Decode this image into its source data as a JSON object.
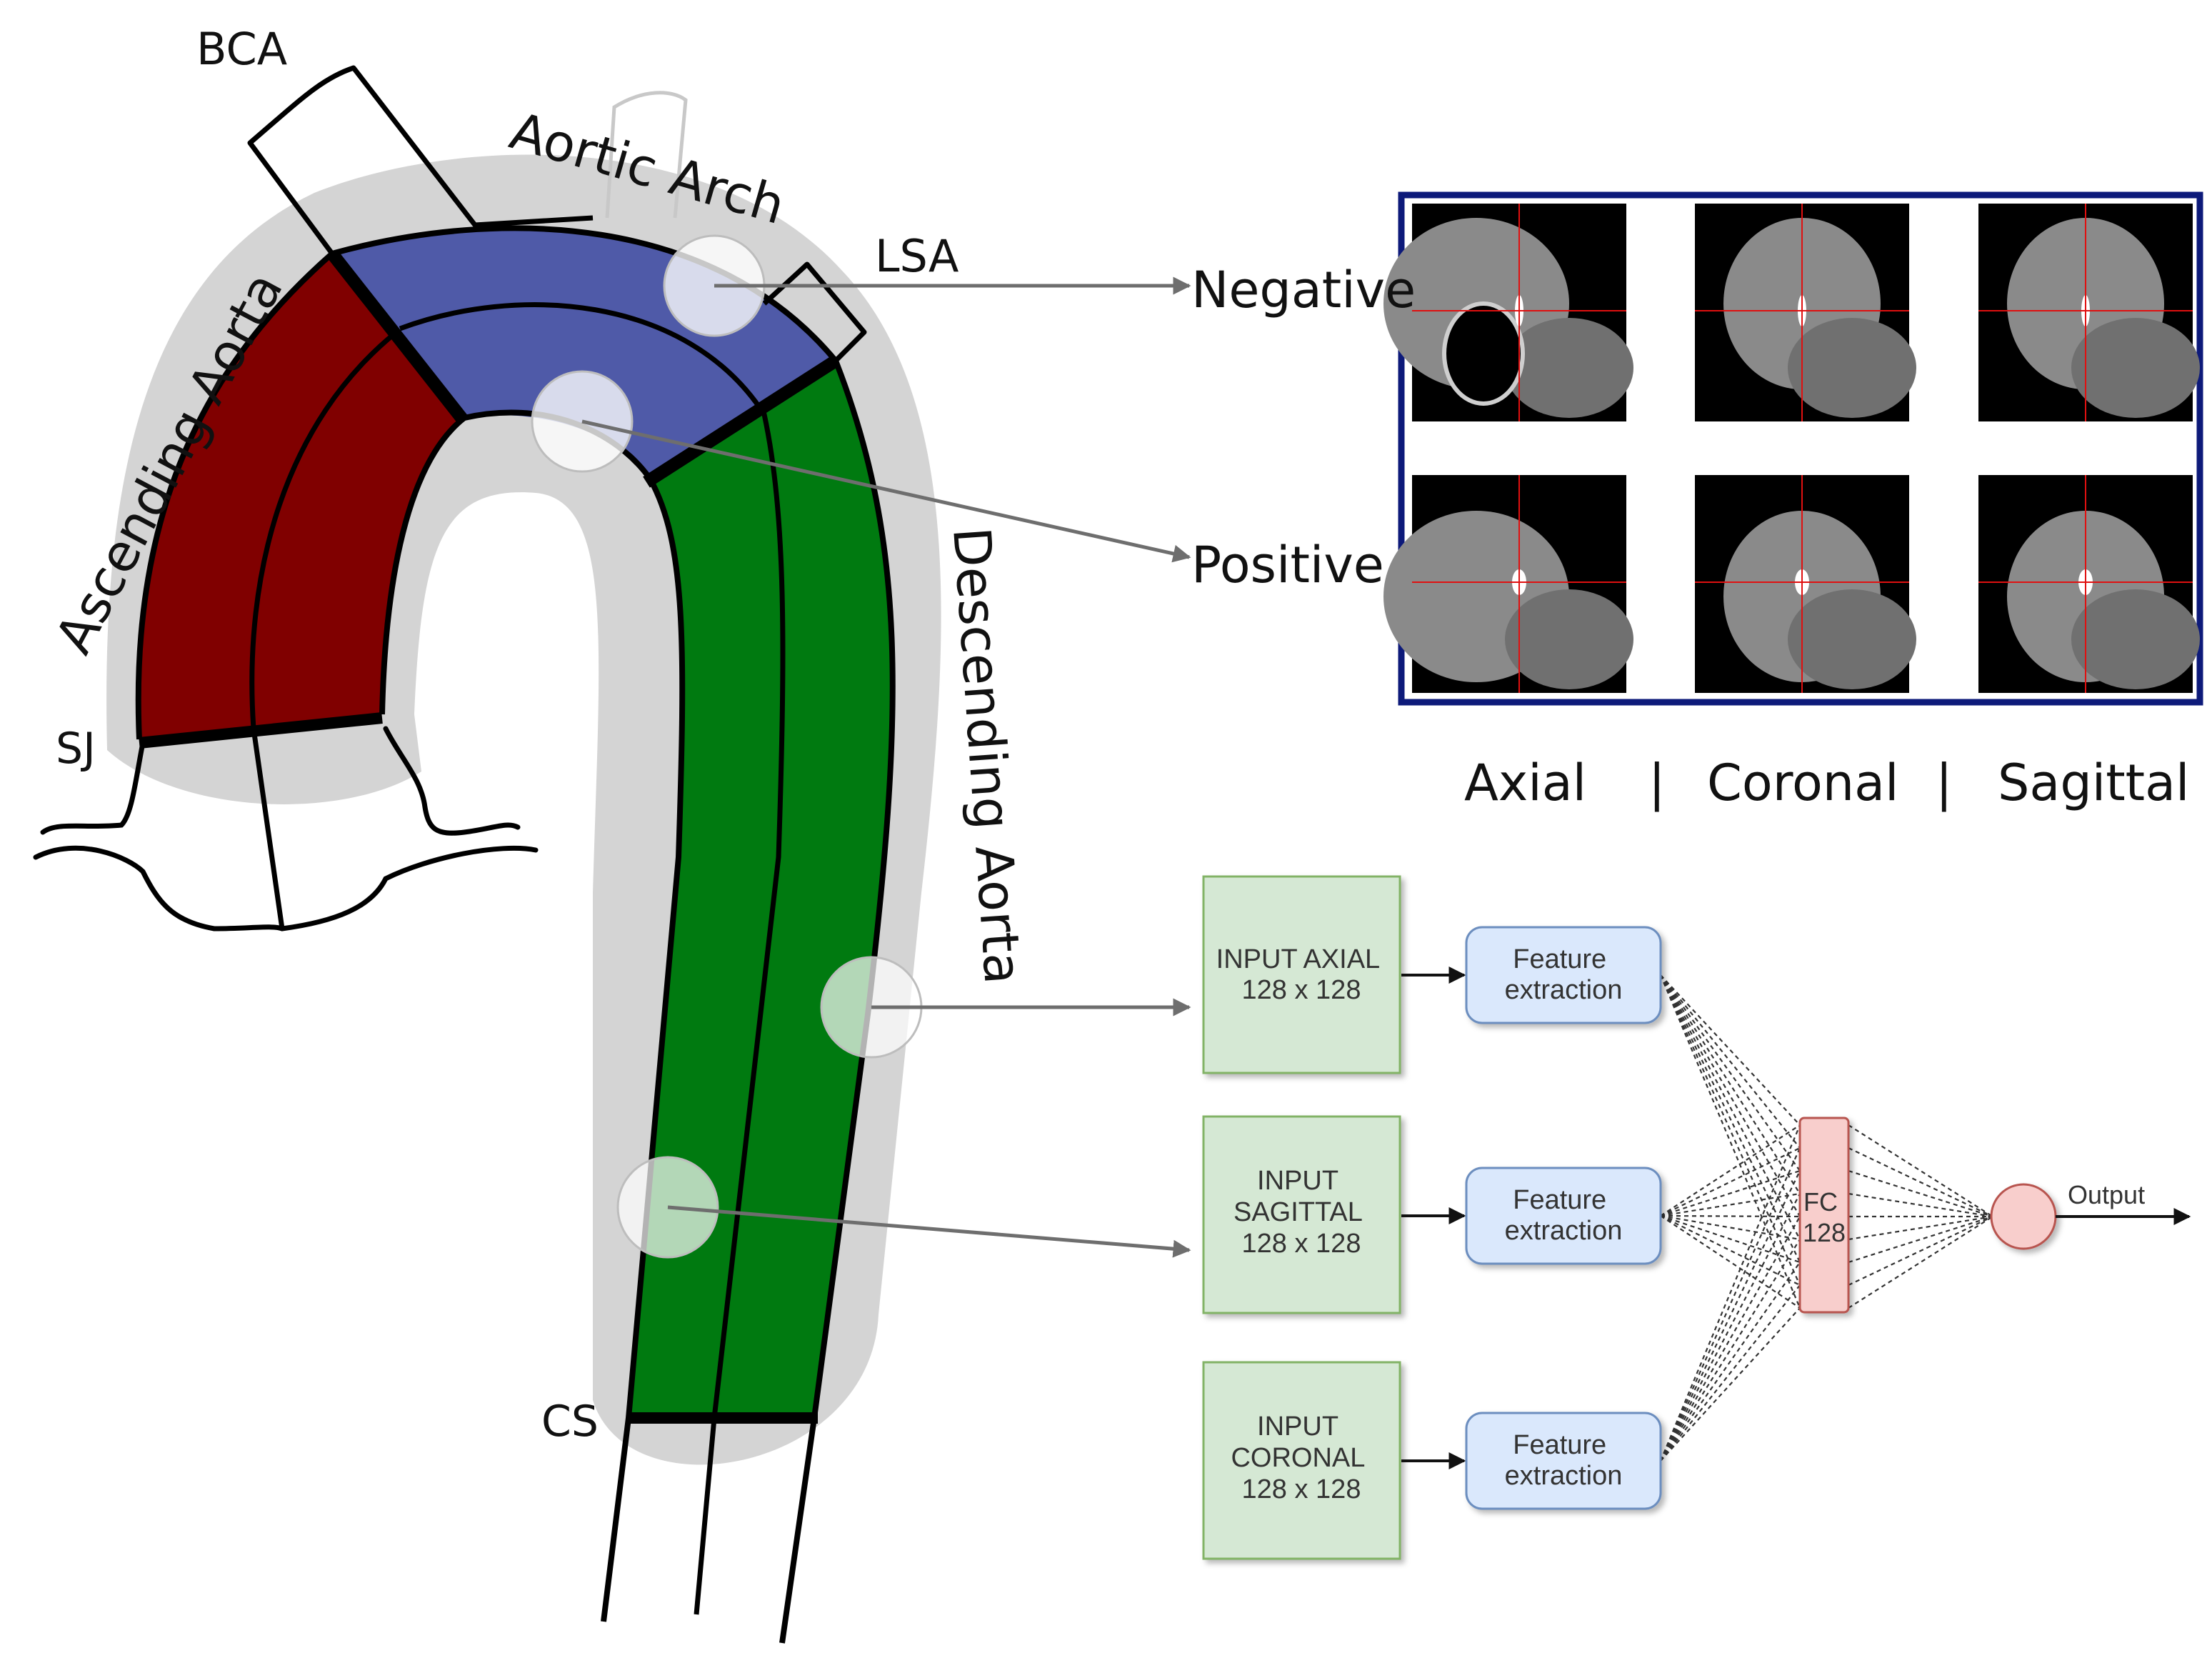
{
  "anatomy": {
    "labels": {
      "bca": "BCA",
      "aortic_arch": "Aortic Arch",
      "lsa": "LSA",
      "ascending_aorta": "Ascending Aorta",
      "descending_aorta": "Descending Aorta",
      "sj": "SJ",
      "cs": "CS"
    },
    "colors": {
      "ascending": "#800000",
      "arch": "#4f5aa8",
      "descending": "#007a10",
      "shadow": "#d4d4d4"
    }
  },
  "samples": {
    "negative": "Negative",
    "positive": "Positive"
  },
  "views": {
    "axial": "Axial",
    "coronal": "Coronal",
    "sagittal": "Sagittal",
    "separator": "|"
  },
  "network": {
    "inputs": [
      {
        "lines": [
          "INPUT AXIAL",
          "128 x 128"
        ]
      },
      {
        "lines": [
          "INPUT",
          "SAGITTAL",
          "128 x 128"
        ]
      },
      {
        "lines": [
          "INPUT",
          "CORONAL",
          "128 x 128"
        ]
      }
    ],
    "feature": {
      "lines": [
        "Feature",
        "extraction"
      ]
    },
    "fc": {
      "lines": [
        "FC",
        "128"
      ]
    },
    "output": "Output",
    "colors": {
      "input_fill": "#d5e8d4",
      "input_stroke": "#82b366",
      "feature_fill": "#dae8fc",
      "feature_stroke": "#6c8ebf",
      "fc_fill": "#f8cecc",
      "fc_stroke": "#b85450"
    }
  },
  "ct_frame_color": "#0d1a7a"
}
